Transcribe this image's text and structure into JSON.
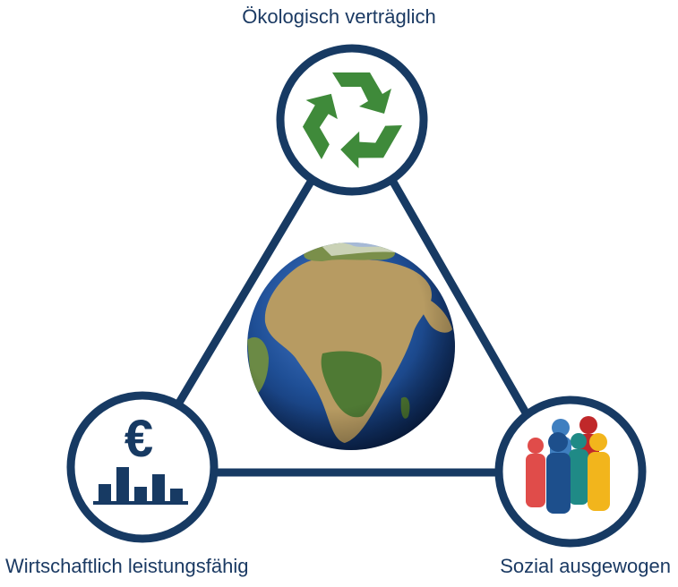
{
  "nodes": {
    "top": {
      "label": "Ökologisch verträglich",
      "icon": "recycle-icon"
    },
    "left": {
      "label": "Wirtschaftlich leistungsfähig",
      "icon": "euro-bar-chart-icon"
    },
    "right": {
      "label": "Sozial ausgewogen",
      "icon": "people-group-icon"
    }
  },
  "center": {
    "icon": "globe-earth-icon"
  },
  "colors": {
    "outline": "#173a63",
    "label_text": "#1b3a63",
    "recycle_green": "#3f8a3a",
    "ocean_blue": "#1f4f96",
    "land_tan": "#b79b62",
    "land_green": "#4f7a34"
  }
}
